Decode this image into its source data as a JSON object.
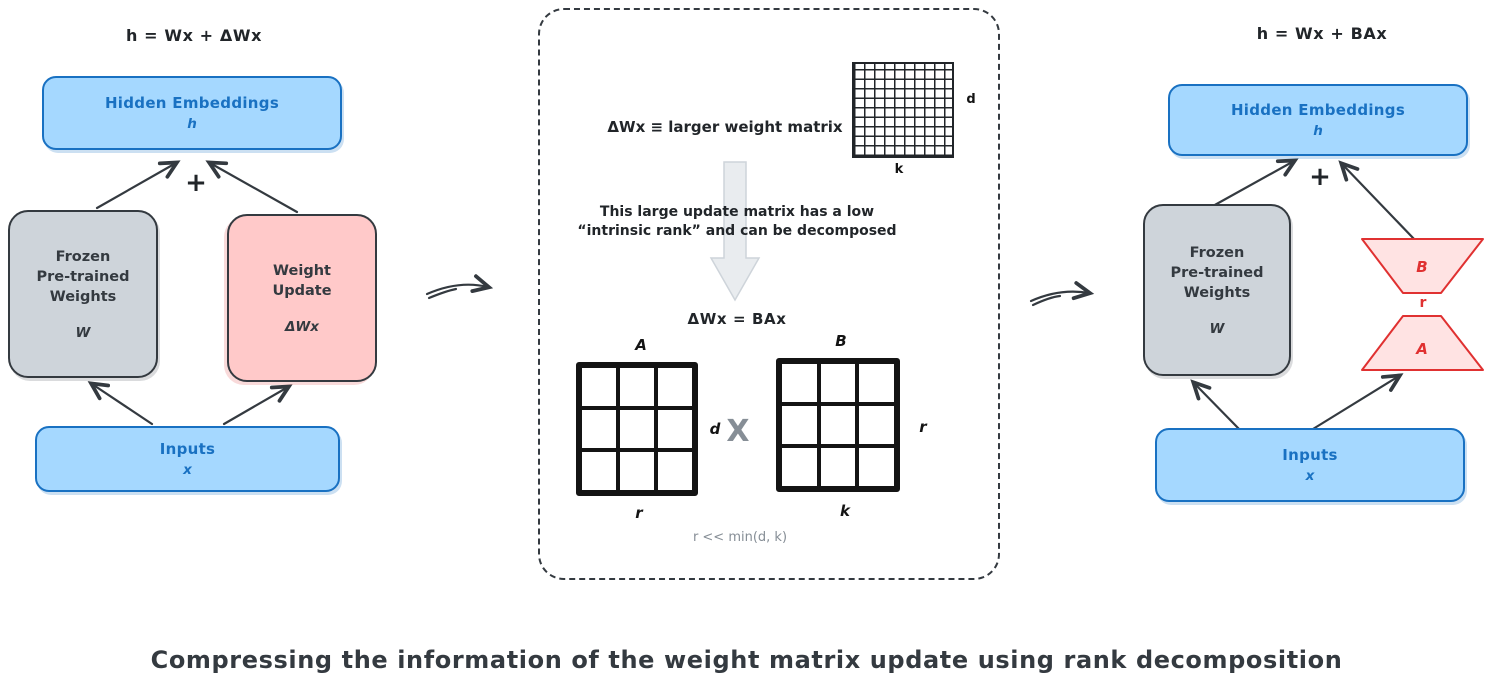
{
  "caption": "Compressing the information of the weight matrix update using rank decomposition",
  "left": {
    "formula": "h = Wx + ΔWx",
    "plus": "+",
    "hidden": {
      "label": "Hidden Embeddings",
      "sub": "h"
    },
    "frozen": {
      "l1": "Frozen",
      "l2": "Pre-trained",
      "l3": "Weights",
      "sub": "W"
    },
    "update": {
      "l1": "Weight",
      "l2": "Update",
      "sub": "ΔWx"
    },
    "inputs": {
      "label": "Inputs",
      "sub": "x"
    }
  },
  "middle": {
    "matrix_def": "ΔWx ≡ larger weight matrix",
    "dense_matrix": {
      "right_dim": "d",
      "bottom_dim": "k"
    },
    "explain_l1": "This large update matrix has a low",
    "explain_l2": "“intrinsic rank” and can be decomposed",
    "decomposition": "ΔWx = BAx",
    "matrix_a": {
      "label": "A",
      "right_dim": "d",
      "bottom_dim": "r"
    },
    "multiply": "X",
    "matrix_b": {
      "label": "B",
      "right_dim": "r",
      "bottom_dim": "k"
    },
    "rank_note": "r << min(d, k)"
  },
  "right": {
    "formula": "h = Wx + BAx",
    "plus": "+",
    "hidden": {
      "label": "Hidden Embeddings",
      "sub": "h"
    },
    "frozen": {
      "l1": "Frozen",
      "l2": "Pre-trained",
      "l3": "Weights",
      "sub": "W"
    },
    "trap_b": "B",
    "rank": "r",
    "trap_a": "A",
    "inputs": {
      "label": "Inputs",
      "sub": "x"
    }
  },
  "colors": {
    "blue_fill": "#a5d8ff",
    "blue_border": "#1971c2",
    "gray_fill": "#ced4da",
    "pink_fill": "#ffc9c9",
    "red": "#e03131",
    "ink": "#343a40",
    "muted": "#868e96"
  }
}
